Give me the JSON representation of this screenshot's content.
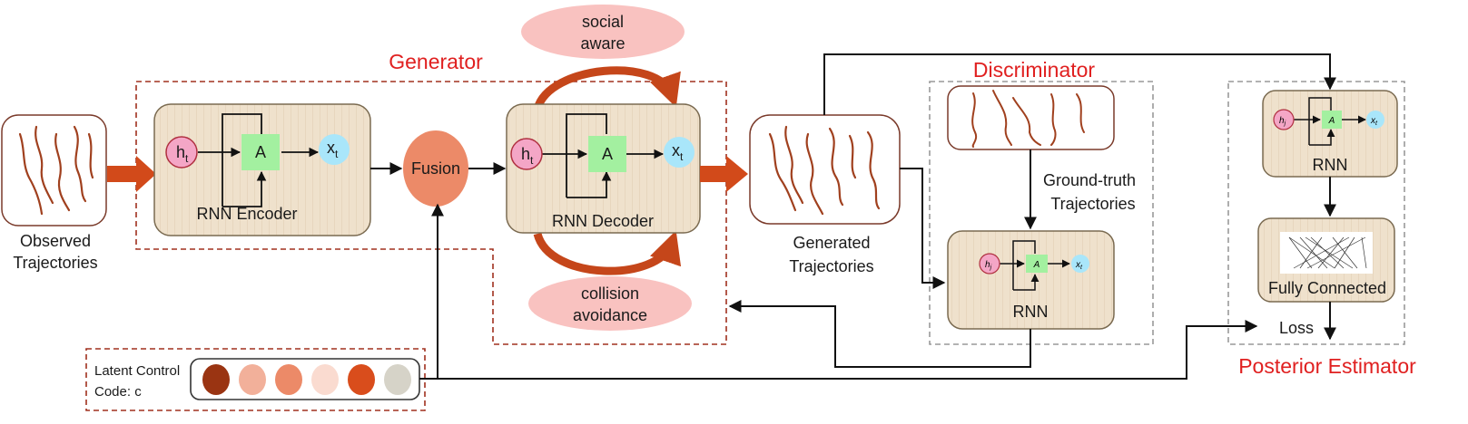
{
  "sections": {
    "generator": "Generator",
    "discriminator": "Discriminator",
    "posterior": "Posterior Estimator"
  },
  "inputs": {
    "observed_1": "Observed",
    "observed_2": "Trajectories"
  },
  "encoder": {
    "label": "RNN Encoder",
    "h": "h",
    "h_sub": "t",
    "a": "A",
    "x": "x",
    "x_sub": "t"
  },
  "fusion": "Fusion",
  "decoder": {
    "label": "RNN Decoder",
    "h": "h",
    "h_sub": "t",
    "a": "A",
    "x": "x",
    "x_sub": "t"
  },
  "social": {
    "line1": "social",
    "line2": "aware"
  },
  "collision": {
    "line1": "collision",
    "line2": "avoidance"
  },
  "generated": {
    "line1": "Generated",
    "line2": "Trajectories"
  },
  "ground_truth": {
    "line1": "Ground-truth",
    "line2": "Trajectories"
  },
  "disc_rnn": {
    "label": "RNN",
    "h": "h",
    "h_sub": "j",
    "a": "A",
    "x": "x",
    "x_sub": "t"
  },
  "post_rnn": {
    "label": "RNN",
    "h": "h",
    "h_sub": "j",
    "a": "A",
    "x": "x",
    "x_sub": "t"
  },
  "fully_connected": "Fully Connected",
  "loss": "Loss",
  "latent": {
    "line1": "Latent Control",
    "line2": "Code:  c",
    "colors": [
      "#9a3412",
      "#f2b09a",
      "#ec8a68",
      "#fadbd0",
      "#d94d1c",
      "#d6d3c8"
    ]
  },
  "colors": {
    "section_title": "#e02020",
    "module_fill": "#efe1cc",
    "trajectory": "#a0401e",
    "fusion": "#ec8a68",
    "bubble": "#f9c2c0",
    "h_node": "#f4a6c6",
    "a_node": "#a3f0a0",
    "x_node": "#a9e6fa"
  }
}
